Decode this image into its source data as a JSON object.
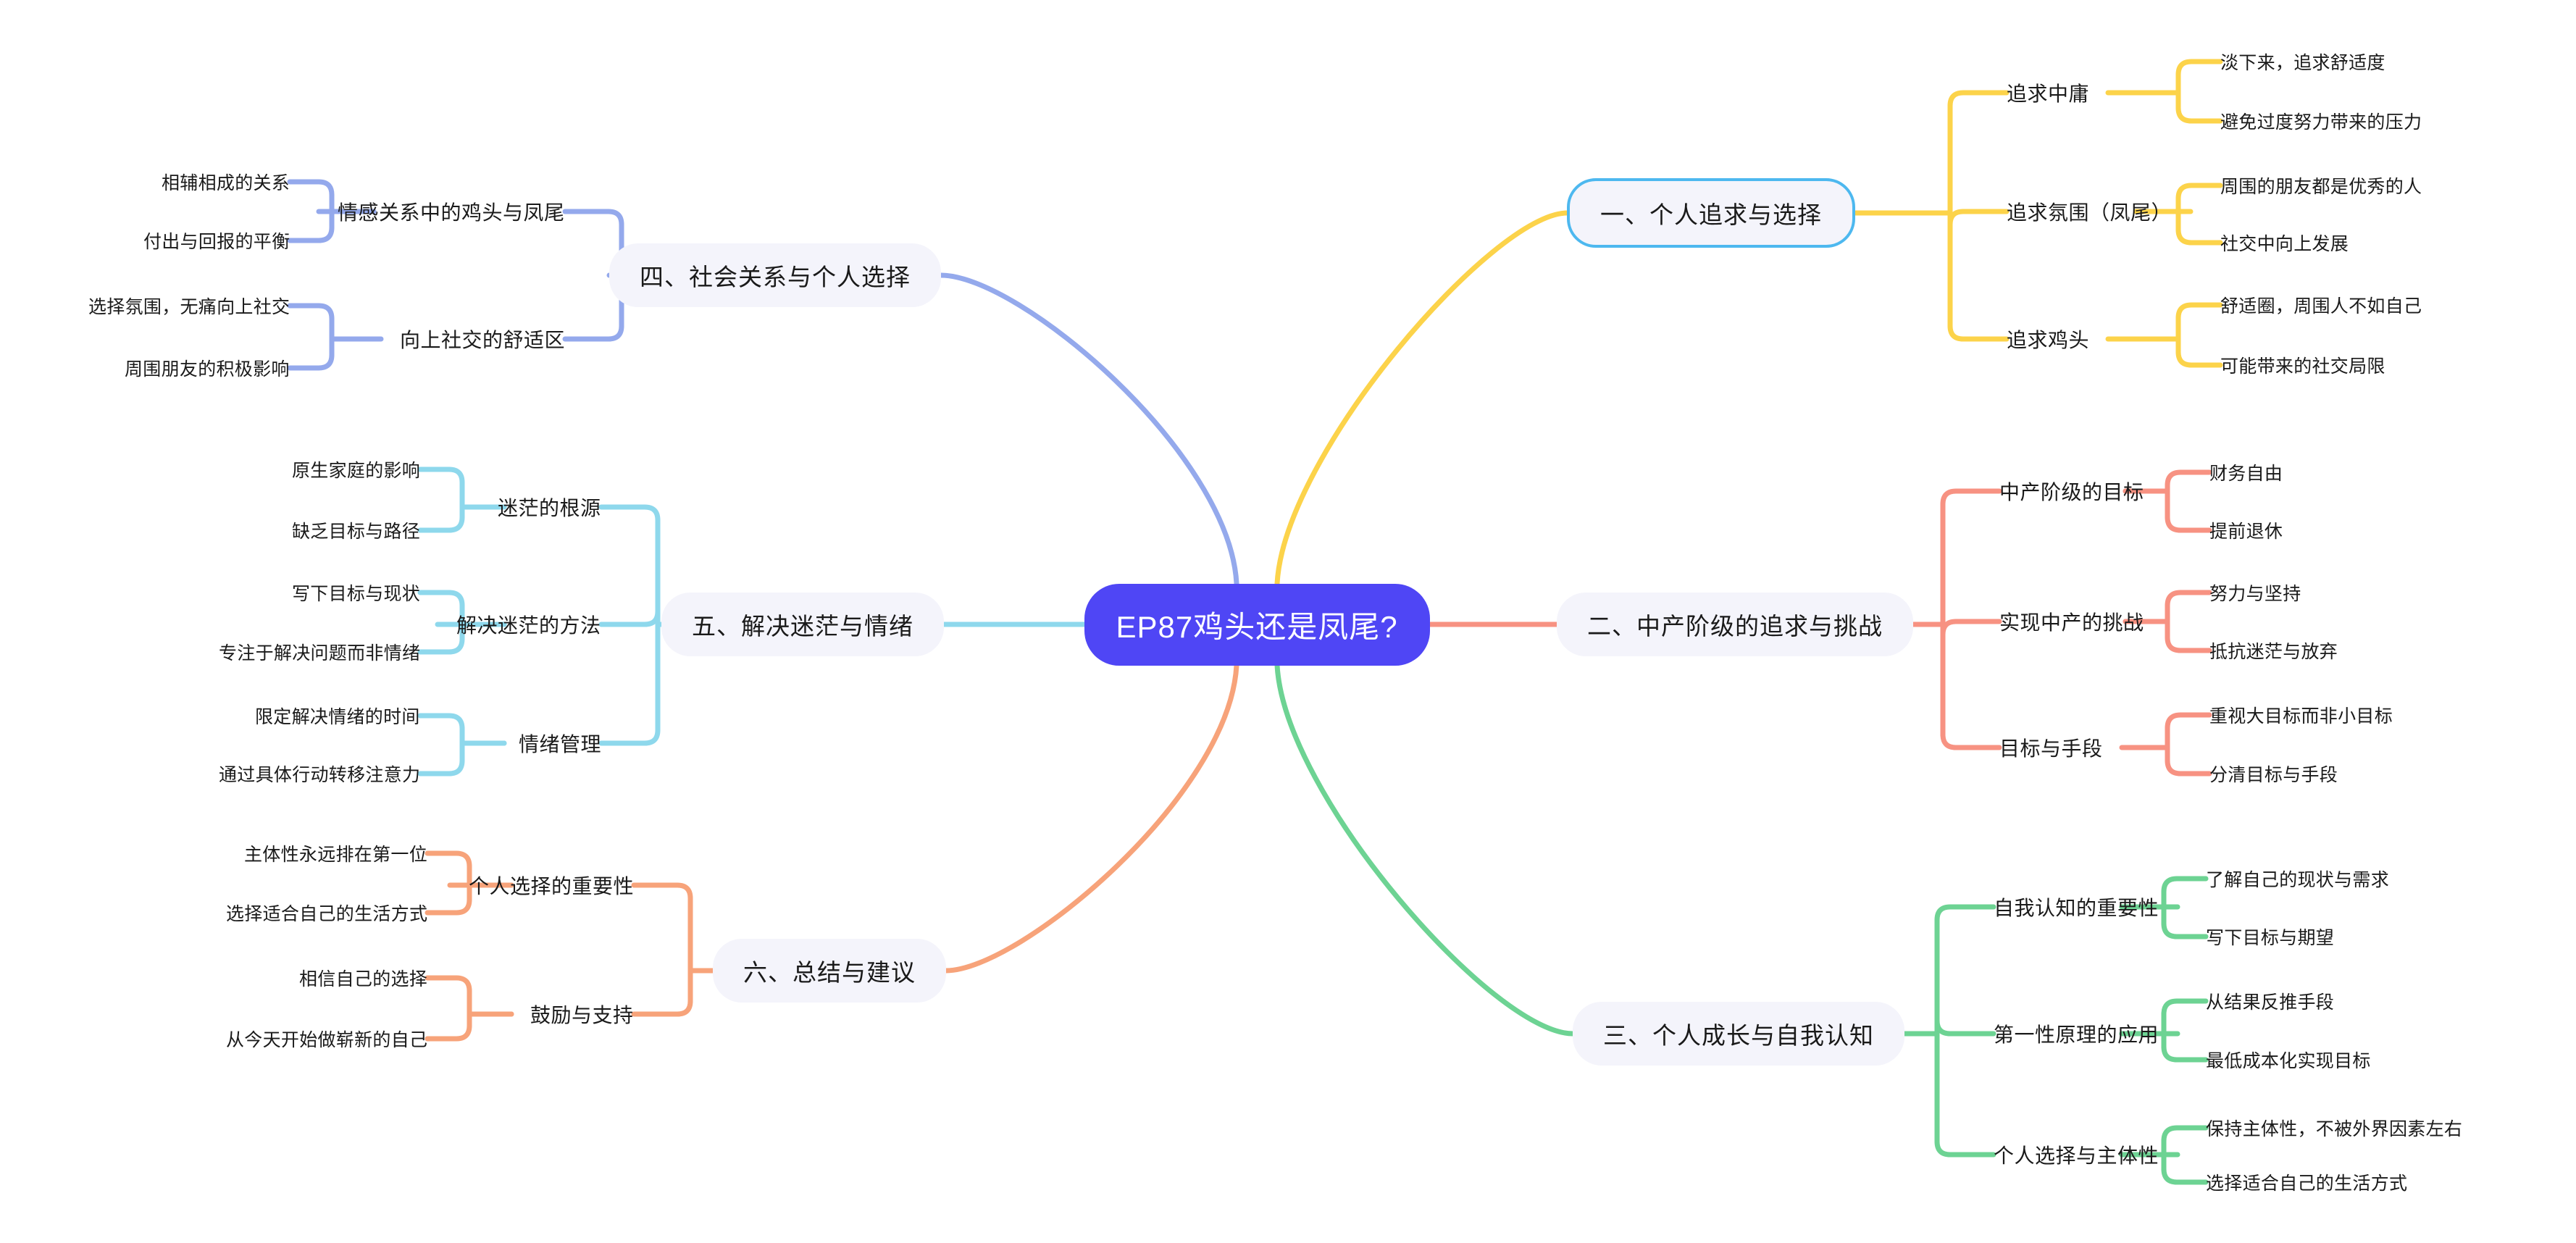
{
  "root": {
    "label": "EP87鸡头还是凤尾?",
    "color": "#4f46f5"
  },
  "palette": {
    "branch1": "#fcd34a",
    "branch2": "#f79282",
    "branch3": "#6dd393",
    "branch4": "#94a9ec",
    "branch5": "#8ed8ec",
    "branch6": "#f7a37a",
    "node_fill": "#f4f4fb",
    "outline": "#4db8ef",
    "text": "#1a1a1a"
  },
  "branches": [
    {
      "id": "b1",
      "label": "一、个人追求与选择",
      "color": "#fcd34a",
      "side": "right",
      "outlined": true,
      "children": [
        {
          "label": "追求中庸",
          "leaves": [
            "淡下来，追求舒适度",
            "避免过度努力带来的压力"
          ]
        },
        {
          "label": "追求氛围（凤尾）",
          "leaves": [
            "周围的朋友都是优秀的人",
            "社交中向上发展"
          ]
        },
        {
          "label": "追求鸡头",
          "leaves": [
            "舒适圈，周围人不如自己",
            "可能带来的社交局限"
          ]
        }
      ]
    },
    {
      "id": "b2",
      "label": "二、中产阶级的追求与挑战",
      "color": "#f79282",
      "side": "right",
      "outlined": false,
      "children": [
        {
          "label": "中产阶级的目标",
          "leaves": [
            "财务自由",
            "提前退休"
          ]
        },
        {
          "label": "实现中产的挑战",
          "leaves": [
            "努力与坚持",
            "抵抗迷茫与放弃"
          ]
        },
        {
          "label": "目标与手段",
          "leaves": [
            "重视大目标而非小目标",
            "分清目标与手段"
          ]
        }
      ]
    },
    {
      "id": "b3",
      "label": "三、个人成长与自我认知",
      "color": "#6dd393",
      "side": "right",
      "outlined": false,
      "children": [
        {
          "label": "自我认知的重要性",
          "leaves": [
            "了解自己的现状与需求",
            "写下目标与期望"
          ]
        },
        {
          "label": "第一性原理的应用",
          "leaves": [
            "从结果反推手段",
            "最低成本化实现目标"
          ]
        },
        {
          "label": "个人选择与主体性",
          "leaves": [
            "保持主体性，不被外界因素左右",
            "选择适合自己的生活方式"
          ]
        }
      ]
    },
    {
      "id": "b4",
      "label": "四、社会关系与个人选择",
      "color": "#94a9ec",
      "side": "left",
      "outlined": false,
      "children": [
        {
          "label": "情感关系中的鸡头与凤尾",
          "leaves": [
            "相辅相成的关系",
            "付出与回报的平衡"
          ]
        },
        {
          "label": "向上社交的舒适区",
          "leaves": [
            "选择氛围，无痛向上社交",
            "周围朋友的积极影响"
          ]
        }
      ]
    },
    {
      "id": "b5",
      "label": "五、解决迷茫与情绪",
      "color": "#8ed8ec",
      "side": "left",
      "outlined": false,
      "children": [
        {
          "label": "迷茫的根源",
          "leaves": [
            "原生家庭的影响",
            "缺乏目标与路径"
          ]
        },
        {
          "label": "解决迷茫的方法",
          "leaves": [
            "写下目标与现状",
            "专注于解决问题而非情绪"
          ]
        },
        {
          "label": "情绪管理",
          "leaves": [
            "限定解决情绪的时间",
            "通过具体行动转移注意力"
          ]
        }
      ]
    },
    {
      "id": "b6",
      "label": "六、总结与建议",
      "color": "#f7a37a",
      "side": "left",
      "outlined": false,
      "children": [
        {
          "label": "个人选择的重要性",
          "leaves": [
            "主体性永远排在第一位",
            "选择适合自己的生活方式"
          ]
        },
        {
          "label": "鼓励与支持",
          "leaves": [
            "相信自己的选择",
            "从今天开始做崭新的自己"
          ]
        }
      ]
    }
  ]
}
